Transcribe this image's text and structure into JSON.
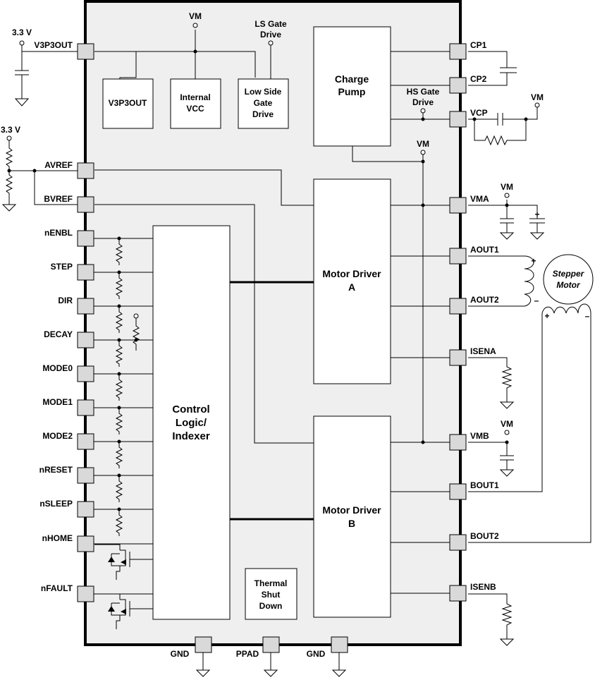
{
  "chip": {
    "left_pins": [
      "V3P3OUT",
      "AVREF",
      "BVREF",
      "nENBL",
      "STEP",
      "DIR",
      "DECAY",
      "MODE0",
      "MODE1",
      "MODE2",
      "nRESET",
      "nSLEEP",
      "nHOME",
      "nFAULT"
    ],
    "right_pins": [
      "CP1",
      "CP2",
      "VCP",
      "VMA",
      "AOUT1",
      "AOUT2",
      "ISENA",
      "VMB",
      "BOUT1",
      "BOUT2",
      "ISENB"
    ],
    "bottom_pins": [
      "GND",
      "PPAD",
      "GND"
    ]
  },
  "blocks": {
    "v3p3out": "V3P3OUT",
    "internal_vcc": [
      "Internal",
      "VCC"
    ],
    "low_side_gate_drive": [
      "Low Side",
      "Gate",
      "Drive"
    ],
    "charge_pump": [
      "Charge",
      "Pump"
    ],
    "control_logic": [
      "Control",
      "Logic/",
      "Indexer"
    ],
    "motor_driver_a": [
      "Motor Driver",
      "A"
    ],
    "motor_driver_b": [
      "Motor Driver",
      "B"
    ],
    "thermal_shutdown": [
      "Thermal",
      "Shut",
      "Down"
    ]
  },
  "labels": {
    "vm": "VM",
    "supply_3v3": "3.3 V",
    "ls_gate_drive": [
      "LS Gate",
      "Drive"
    ],
    "hs_gate_drive": [
      "HS Gate",
      "Drive"
    ],
    "stepper_motor": [
      "Stepper",
      "Motor"
    ],
    "plus": "+",
    "minus": "–"
  }
}
